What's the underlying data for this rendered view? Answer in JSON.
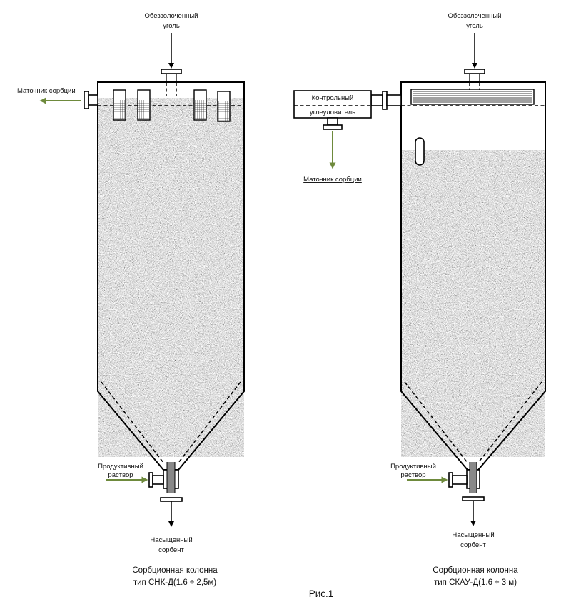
{
  "labels": {
    "coal_in": [
      "Обеззолоченный",
      "уголь"
    ],
    "mother_liquor": "Маточник сорбции",
    "control_trap": [
      "Контрольный",
      "углеуловитель"
    ],
    "productive_solution": [
      "Продуктивный",
      "раствор"
    ],
    "saturated_sorbent": [
      "Насыщенный",
      "сорбент"
    ]
  },
  "columns": {
    "left": {
      "caption": [
        "Сорбционная колонна",
        "тип СНК-Д(1.6 ÷ 2,5м)"
      ]
    },
    "right": {
      "caption": [
        "Сорбционная колонна",
        "тип СКАУ-Д(1.6 ÷ 3 м)"
      ]
    }
  },
  "figure_caption": "Рис.1",
  "colors": {
    "flow_arrow_green": "#6e8a3c",
    "sorbent_gray": "#b4b4b4",
    "outline": "#000000"
  }
}
